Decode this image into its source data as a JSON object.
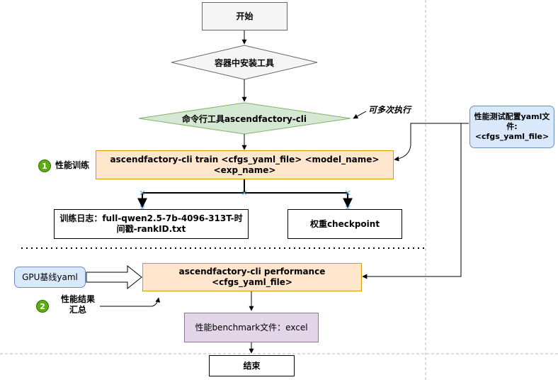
{
  "nodes": {
    "start": "开始",
    "install": "容器中安装工具",
    "cli": "命令行工具ascendfactory-cli",
    "repeat_note": "可多次执行",
    "train": "ascendfactory-cli train <cfgs_yaml_file> <model_name> <exp_name>",
    "perf_train_label": "性能训练",
    "config_file": "性能测试配置yaml文件: <cfgs_yaml_file>",
    "train_log": "训练日志：full-qwen2.5-7b-4096-313T-时间戳-rankID.txt",
    "weights": "权重checkpoint",
    "gpu_baseline": "GPU基线yaml",
    "performance": "ascendfactory-cli performance <cfgs_yaml_file>",
    "summary_label": "性能结果汇总",
    "benchmark": "性能benchmark文件：excel",
    "end": "结束"
  },
  "badges": {
    "one": "1",
    "two": "2"
  },
  "colors": {
    "start_fill": "#f5f5f5",
    "diamond_green_fill": "#d5e8d4",
    "diamond_green_stroke": "#82b366",
    "orange_fill": "#ffe6cc",
    "orange_stroke": "#d79b00",
    "purple_fill": "#e1d5e7",
    "purple_stroke": "#9673a6",
    "blue_fill": "#dae8fc",
    "blue_stroke": "#6c8ebf",
    "badge_green": "#60a917"
  }
}
